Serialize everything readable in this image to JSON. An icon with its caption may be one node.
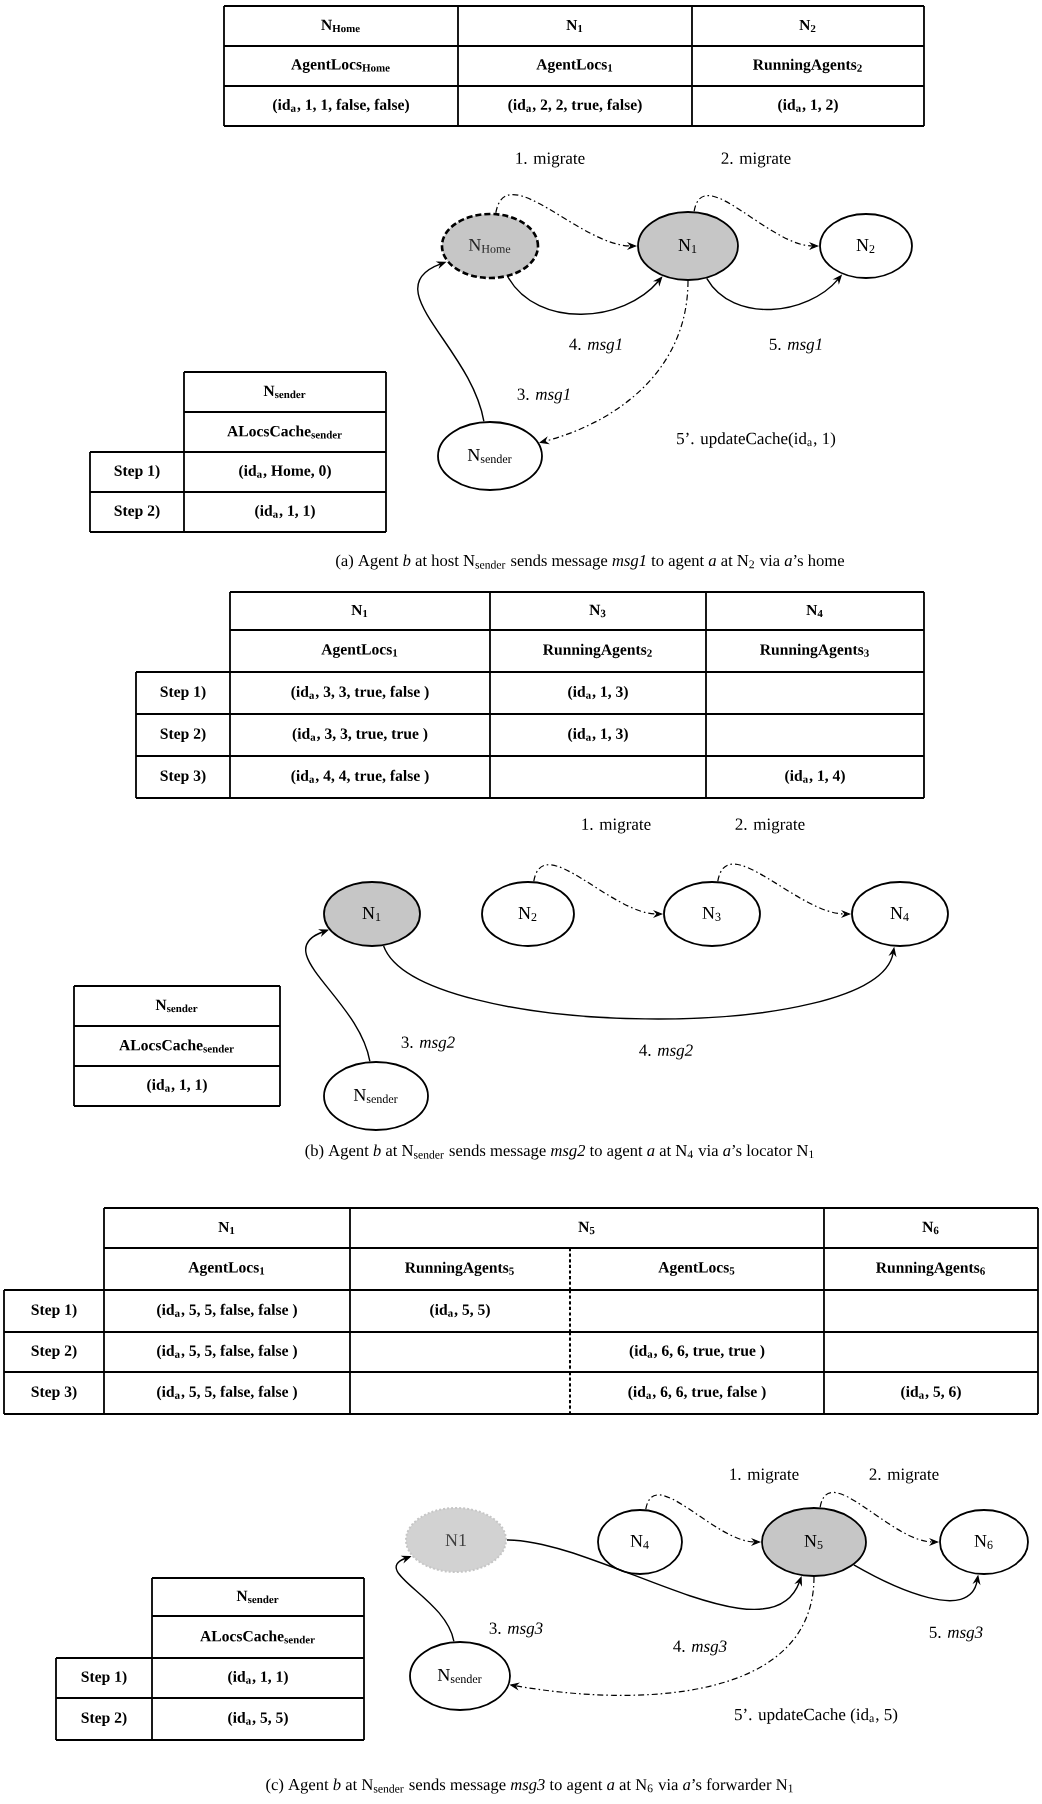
{
  "diagram": {
    "nodes": [
      {
        "text": [
          "N$_{Home}$"
        ]
      },
      {
        "text": [
          "N$_{1}$"
        ]
      },
      {
        "text": [
          "N$_{2}$"
        ]
      },
      {
        "text": [
          "N$_{sender}$"
        ]
      },
      {
        "text": [
          "N$_{1}$"
        ]
      },
      {
        "text": [
          "N$_{2}$"
        ]
      },
      {
        "text": [
          "N$_{3}$"
        ]
      },
      {
        "text": [
          "N$_{4}$"
        ]
      },
      {
        "text": [
          "N$_{sender}$"
        ]
      },
      {
        "text": [
          "N1"
        ]
      },
      {
        "text": [
          "N$_{4}$"
        ]
      },
      {
        "text": [
          "N$_{5}$"
        ]
      },
      {
        "text": [
          "N$_{6}$"
        ]
      },
      {
        "text": [
          "N$_{sender}$"
        ]
      }
    ],
    "edges": [
      {
        "from": 0,
        "to": 1,
        "arrow": "to",
        "label": "1. migrate",
        "style": "dashed"
      },
      {
        "from": 1,
        "to": 2,
        "arrow": "to",
        "label": "2. migrate",
        "style": "dashed"
      },
      {
        "from": 0,
        "to": 1,
        "arrow": "to",
        "label": "4. *msg1*"
      },
      {
        "from": 1,
        "to": 2,
        "arrow": "to",
        "label": "5. *msg1*"
      },
      {
        "from": 3,
        "to": 0,
        "arrow": "to",
        "label": "3. *msg1*"
      },
      {
        "from": 1,
        "to": 3,
        "arrow": "to",
        "label": "5’. updateCache(id$_{a}$, 1)",
        "style": "dashed"
      },
      {
        "from": 5,
        "to": 6,
        "arrow": "to",
        "label": "1. migrate",
        "style": "dashed"
      },
      {
        "from": 6,
        "to": 7,
        "arrow": "to",
        "label": "2. migrate",
        "style": "dashed"
      },
      {
        "from": 8,
        "to": 4,
        "arrow": "to",
        "label": "3. *msg2*"
      },
      {
        "from": 4,
        "to": 7,
        "arrow": "to",
        "label": "4. *msg2*"
      },
      {
        "from": 10,
        "to": 11,
        "arrow": "to",
        "label": "1. migrate",
        "style": "dashed"
      },
      {
        "from": 11,
        "to": 12,
        "arrow": "to",
        "label": "2. migrate",
        "style": "dashed"
      },
      {
        "from": 13,
        "to": 9,
        "arrow": "to",
        "label": "3. *msg3*"
      },
      {
        "from": 9,
        "to": 11,
        "arrow": "to",
        "label": "4. *msg3*"
      },
      {
        "from": 11,
        "to": 12,
        "arrow": "to",
        "label": "5. *msg3*"
      },
      {
        "from": 11,
        "to": 13,
        "arrow": "to",
        "label": "5’. updateCache (id$_{a}$, 5)",
        "style": "dashed"
      }
    ],
    "labels": [
      "N$_{Home}$",
      "N$_{1}$",
      "N$_{2}$",
      "AgentLocs$_{Home}$",
      "AgentLocs$_{1}$",
      "RunningAgents$_{2}$",
      "(id$_{a}$, 1, 1, false, false)",
      "(id$_{a}$, 2, 2, true, false)",
      "(id$_{a}$, 1, 2)",
      "N$_{sender}$",
      "ALocsCache$_{sender}$",
      "Step 1)",
      "(id$_{a}$, Home, 0)",
      "Step 2)",
      "(id$_{a}$, 1, 1)",
      "(a) Agent *b* at host N$_{sender}$ sends message *msg1* to agent *a* at N$_{2}$ via *a*’s home",
      "N$_{1}$",
      "N$_{3}$",
      "N$_{4}$",
      "AgentLocs$_{1}$",
      "RunningAgents$_{2}$",
      "RunningAgents$_{3}$",
      "Step 1)",
      "(id$_{a}$, 3, 3, true, false )",
      "(id$_{a}$, 1, 3)",
      "Step 2)",
      "(id$_{a}$, 3, 3, true, true )",
      "(id$_{a}$, 1, 3)",
      "Step 3)",
      "(id$_{a}$, 4, 4, true, false )",
      "(id$_{a}$, 1, 4)",
      "N$_{sender}$",
      "ALocsCache$_{sender}$",
      "(id$_{a}$, 1, 1)",
      "(b) Agent *b* at N$_{sender}$ sends message *msg2* to agent *a* at N$_{4}$ via *a*’s locator N$_{1}$",
      "N$_{1}$",
      "N$_{5}$",
      "N$_{6}$",
      "AgentLocs$_{1}$",
      "RunningAgents$_{5}$",
      "AgentLocs$_{5}$",
      "RunningAgents$_{6}$",
      "Step 1)",
      "(id$_{a}$, 5, 5, false, false )",
      "(id$_{a}$, 5, 5)",
      "Step 2)",
      "(id$_{a}$, 5, 5, false, false )",
      "(id$_{a}$, 6, 6, true, true )",
      "Step 3)",
      "(id$_{a}$, 5, 5, false, false )",
      "(id$_{a}$, 6, 6, true, false )",
      "(id$_{a}$, 5, 6)",
      "N$_{sender}$",
      "ALocsCache$_{sender}$",
      "Step 1)",
      "(id$_{a}$, 1, 1)",
      "Step 2)",
      "(id$_{a}$, 5, 5)",
      "(c) Agent *b* at N$_{sender}$ sends message *msg3* to agent *a* at N$_{6}$ via *a*’s forwarder N$_{1}$"
    ]
  }
}
